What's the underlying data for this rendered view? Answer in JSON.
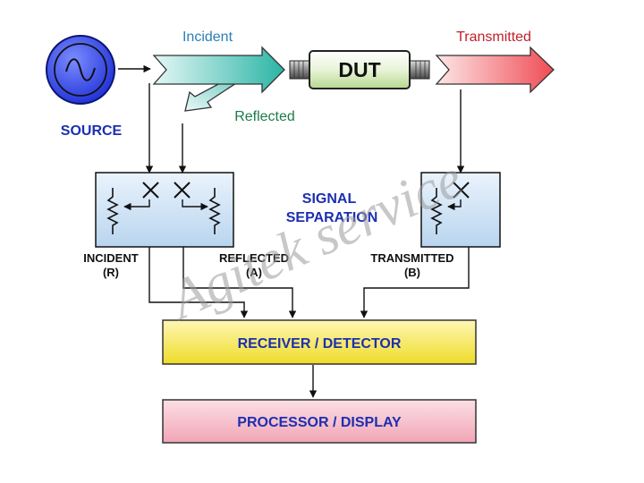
{
  "source": {
    "label": "SOURCE"
  },
  "signals": {
    "incident": "Incident",
    "reflected": "Reflected",
    "transmitted": "Transmitted"
  },
  "dut": {
    "label": "DUT"
  },
  "separation": {
    "line1": "SIGNAL",
    "line2": "SEPARATION"
  },
  "ports": {
    "incident": {
      "name": "INCIDENT",
      "sub": "(R)"
    },
    "reflected": {
      "name": "REFLECTED",
      "sub": "(A)"
    },
    "transmitted": {
      "name": "TRANSMITTED",
      "sub": "(B)"
    }
  },
  "receiver": {
    "label": "RECEIVER / DETECTOR"
  },
  "processor": {
    "label": "PROCESSOR / DISPLAY"
  },
  "watermark": "Agitek service",
  "colors": {
    "label_blue": "#1c2fb0",
    "incident_text": "#2a7fb8",
    "reflected_text": "#1e7a4a",
    "transmitted_text": "#c0212a",
    "receiver_fill": "#f5e84a",
    "processor_fill": "#f4b9c6",
    "separation_fill": "#d3e6f7",
    "source_fill": "#2f45e6"
  }
}
